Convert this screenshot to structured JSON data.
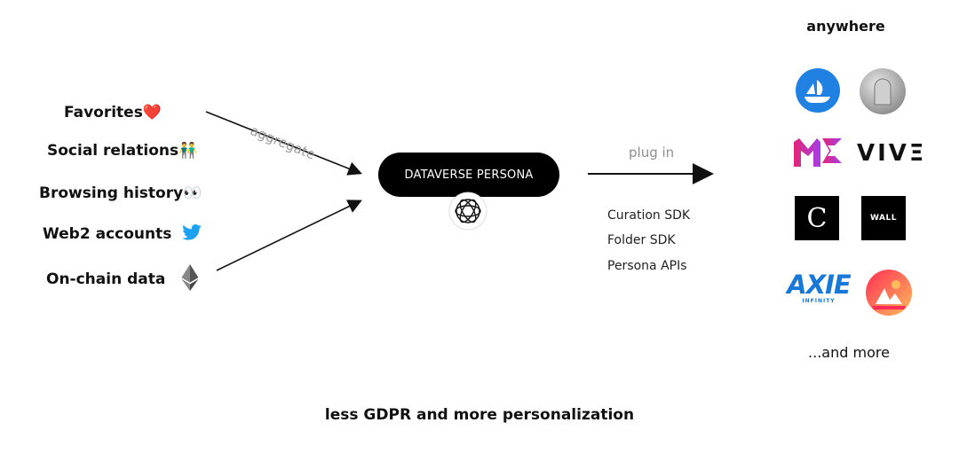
{
  "sources": [
    {
      "label": "Favorites",
      "emoji": "❤️"
    },
    {
      "label": "Social relations",
      "emoji": "👬"
    },
    {
      "label": "Browsing history",
      "emoji": "👀"
    },
    {
      "label": "Web2 accounts",
      "icon": "twitter-bird-icon"
    },
    {
      "label": "On-chain data",
      "icon": "ethereum-icon"
    }
  ],
  "aggregate_label": "aggregate",
  "persona": {
    "label": "DATAVERSE PERSONA",
    "icon": "persona-logo-icon"
  },
  "plug_label": "plug in",
  "sdks": [
    "Curation SDK",
    "Folder SDK",
    "Persona APIs"
  ],
  "anywhere": {
    "title": "anywhere",
    "logos": [
      {
        "name": "opensea-logo",
        "color": "#2081E2"
      },
      {
        "name": "dome-logo",
        "color": "#9b9b9b"
      },
      {
        "name": "magic-eden-logo",
        "color": "#e42575"
      },
      {
        "name": "vive-logo",
        "text": "VIVΞ"
      },
      {
        "name": "c-logo",
        "text": "C"
      },
      {
        "name": "wall-logo",
        "text": "WALL"
      },
      {
        "name": "axie-logo",
        "text": "AXIE",
        "subtext": "INFINITY",
        "color": "#1878d8"
      },
      {
        "name": "decentraland-logo",
        "color": "#ff2d55"
      }
    ],
    "more_label": "...and more"
  },
  "caption": "less GDPR and more personalization",
  "colors": {
    "twitter": "#1DA1F2",
    "pill_bg": "#000000",
    "aggregate_text": "#9a9a9a"
  }
}
